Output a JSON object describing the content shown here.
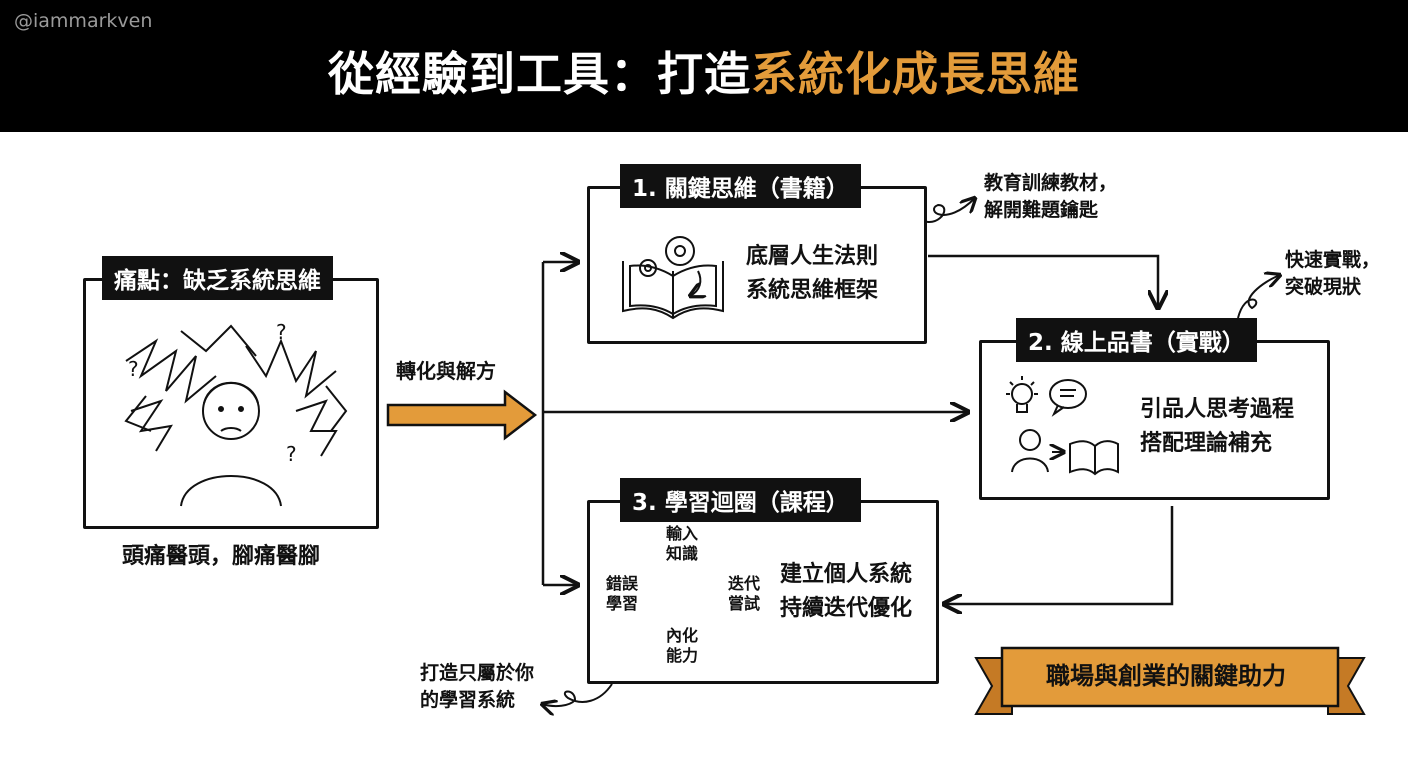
{
  "header": {
    "watermark": "@iammarkven",
    "title_plain": "從經驗到工具：打造",
    "title_accent": "系統化成長思維"
  },
  "pain": {
    "tag": "痛點：缺乏系統思維",
    "caption": "頭痛醫頭，腳痛醫腳"
  },
  "transform_label": "轉化與解方",
  "books": {
    "tag": "1. 關鍵思維（書籍）",
    "line1": "底層人生法則",
    "line2": "系統思維框架",
    "note1": "教育訓練教材，",
    "note2": "解開難題鑰匙"
  },
  "online": {
    "tag": "2. 線上品書（實戰）",
    "line1": "引品人思考過程",
    "line2": "搭配理論補充",
    "note1": "快速實戰，",
    "note2": "突破現狀"
  },
  "course": {
    "tag": "3. 學習迴圈（課程）",
    "line1": "建立個人系統",
    "line2": "持續迭代優化",
    "cycle": {
      "input_1": "輸入",
      "input_2": "知識",
      "iterate_1": "迭代",
      "iterate_2": "嘗試",
      "internal_1": "內化",
      "internal_2": "能力",
      "error_1": "錯誤",
      "error_2": "學習"
    },
    "note1": "打造只屬於你",
    "note2": "的學習系統"
  },
  "banner": "職場與創業的關鍵助力",
  "colors": {
    "accent": "#e39b3a",
    "ink": "#111111",
    "header_bg": "#000000"
  }
}
